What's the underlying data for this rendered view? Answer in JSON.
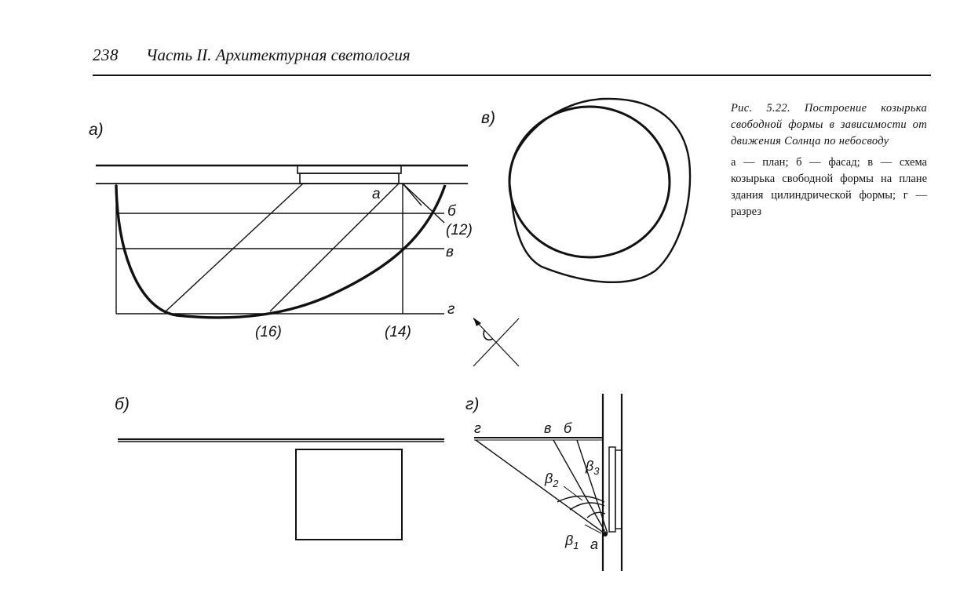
{
  "header": {
    "page_number": "238",
    "title": "Часть II. Архитектурная светология"
  },
  "caption": {
    "title": "Рис. 5.22. Построение козырька свободной формы в зависимости от движения Солнца по небосводу",
    "body": "а — план; б — фасад; в — схема козырька свободной формы на плане здания цилиндрической формы; г — разрез"
  },
  "figures": {
    "a": {
      "label": "а)",
      "marks": {
        "a": "а",
        "b": "б",
        "v": "в",
        "g": "г",
        "n12": "(12)",
        "n16": "(16)",
        "n14": "(14)"
      }
    },
    "b": {
      "label": "б)"
    },
    "v": {
      "label": "в)"
    },
    "g": {
      "label": "г)",
      "marks": {
        "g": "г",
        "v": "в",
        "b": "б",
        "a": "а"
      },
      "angles": {
        "b1": "β",
        "b1_sub": "1",
        "b2": "β",
        "b2_sub": "2",
        "b3": "β",
        "b3_sub": "3"
      }
    }
  }
}
